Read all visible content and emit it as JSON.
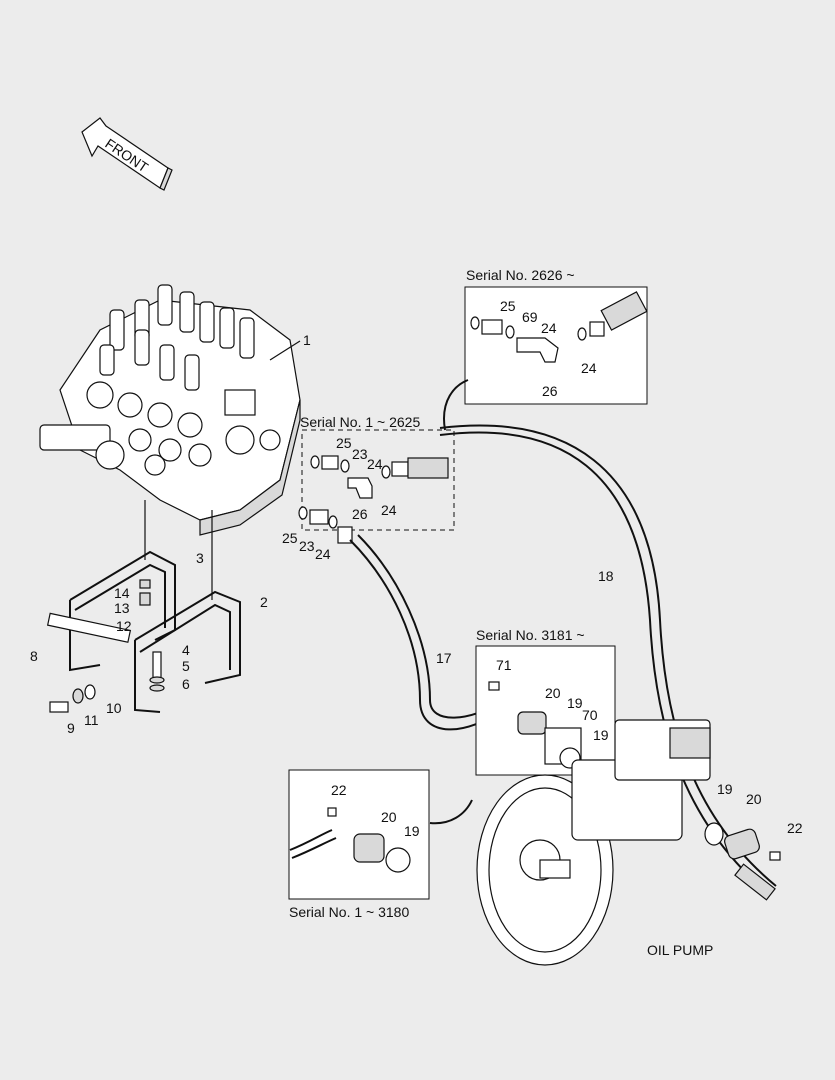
{
  "arrow_label": "FRONT",
  "insets": {
    "serial_2626": "Serial No. 2626 ~",
    "serial_1_2625": "Serial No. 1 ~ 2625",
    "serial_3181": "Serial No. 3181 ~",
    "serial_1_3180": "Serial No. 1 ~ 3180"
  },
  "oil_pump_label": "OIL PUMP",
  "callouts": {
    "c1": "1",
    "c2": "2",
    "c3": "3",
    "c4": "4",
    "c5": "5",
    "c6": "6",
    "c8": "8",
    "c9": "9",
    "c10": "10",
    "c11": "11",
    "c12": "12",
    "c13": "13",
    "c14": "14",
    "c17": "17",
    "c18": "18",
    "a25": "25",
    "a69": "69",
    "a24": "24",
    "a24b": "24",
    "a26": "26",
    "b25": "25",
    "b23": "23",
    "b24": "24",
    "b26": "26",
    "b24b": "24",
    "d25": "25",
    "d23": "23",
    "d24": "24",
    "e71": "71",
    "e20": "20",
    "e19": "19",
    "e70": "70",
    "e19b": "19",
    "f22": "22",
    "f20": "20",
    "f19": "19",
    "g19": "19",
    "g20": "20",
    "g22": "22"
  }
}
